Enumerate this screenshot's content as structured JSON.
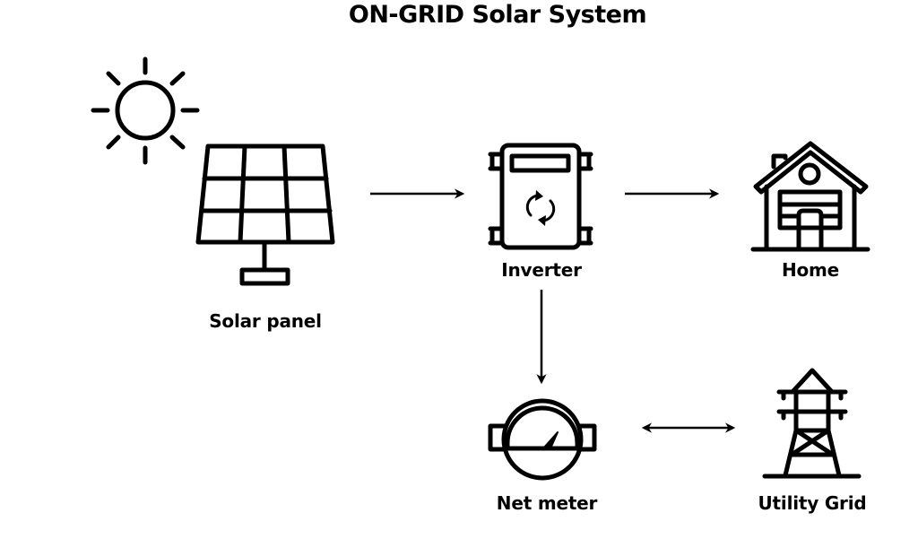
{
  "title": "ON-GRID Solar System",
  "nodes": {
    "solar_panel": {
      "label": "Solar panel",
      "icon": "solar-panel-icon"
    },
    "sun": {
      "icon": "sun-icon"
    },
    "inverter": {
      "label": "Inverter",
      "icon": "inverter-icon"
    },
    "home": {
      "label": "Home",
      "icon": "house-icon"
    },
    "net_meter": {
      "label": "Net meter",
      "icon": "meter-gauge-icon"
    },
    "utility_grid": {
      "label": "Utility Grid",
      "icon": "power-tower-icon"
    }
  },
  "edges": [
    {
      "from": "Solar panel",
      "to": "Inverter",
      "direction": "one-way"
    },
    {
      "from": "Inverter",
      "to": "Home",
      "direction": "one-way"
    },
    {
      "from": "Inverter",
      "to": "Net meter",
      "direction": "one-way"
    },
    {
      "from": "Net meter",
      "to": "Utility Grid",
      "direction": "two-way"
    }
  ],
  "colors": {
    "background": "#ffffff",
    "foreground": "#000000"
  }
}
